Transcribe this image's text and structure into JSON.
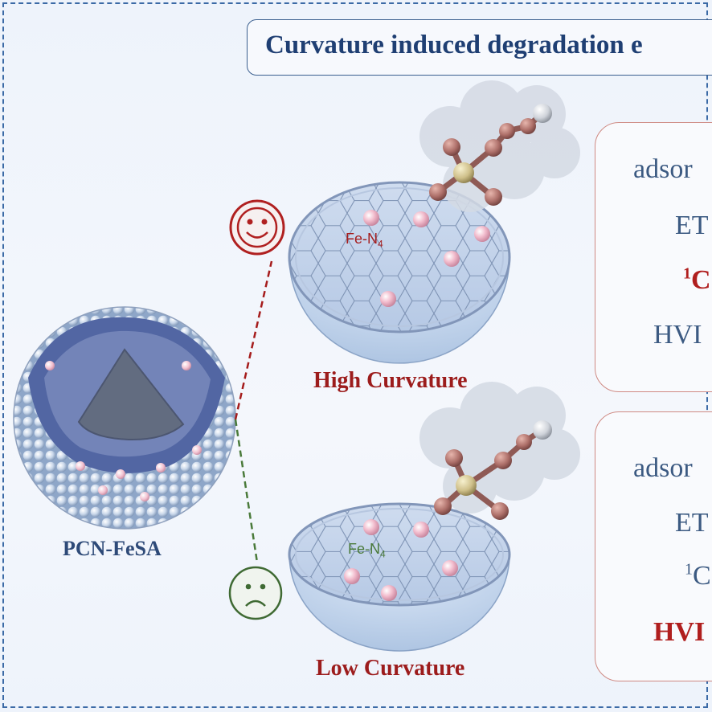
{
  "title": "Curvature induced degradation e",
  "left_label": "PCN-FeSA",
  "high": {
    "label": "High Curvature",
    "site_label": "Fe-N",
    "site_sub": "4",
    "face": "smiley-face-icon",
    "panel": {
      "line1": "adsor",
      "line2": "ET",
      "line3_sup": "1",
      "line3": "C",
      "line4": "HVI"
    }
  },
  "low": {
    "label": "Low Curvature",
    "site_label": "Fe-N",
    "site_sub": "4",
    "face": "sad-face-icon",
    "panel": {
      "line1": "adsor",
      "line2": "ET",
      "line3_sup": "1",
      "line3": "C",
      "line4": "HVI"
    }
  },
  "colors": {
    "high": "#a51c1c",
    "low": "#4a7a3a",
    "text_blue": "#3c5a82",
    "title": "#1f3f73"
  }
}
